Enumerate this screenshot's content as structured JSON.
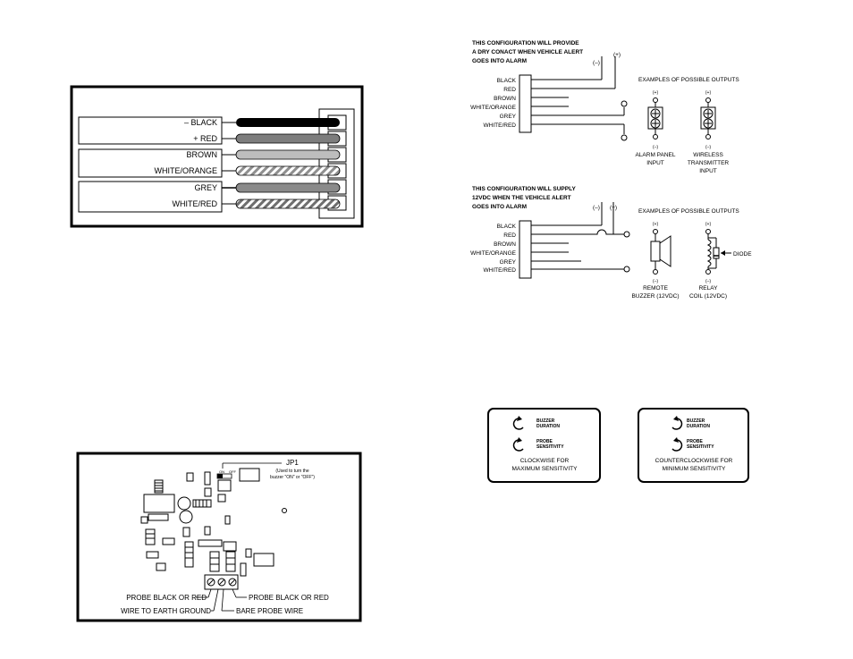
{
  "wire_panel": {
    "labels": [
      "– BLACK",
      "+ RED",
      "BROWN",
      "WHITE/ORANGE",
      "GREY",
      "WHITE/RED"
    ]
  },
  "config_dry": {
    "heading": [
      "THIS CONFIGURATION WILL PROVIDE",
      "A DRY CONACT WHEN VEHICLE ALERT",
      "GOES INTO ALARM"
    ],
    "neg": "(–)",
    "pos": "(+)",
    "wires": [
      "BLACK",
      "RED",
      "BROWN",
      "WHITE/ORANGE",
      "GREY",
      "WHITE/RED"
    ],
    "examples_title": "EXAMPLES OF POSSIBLE OUTPUTS",
    "out1_label": [
      "ALARM PANEL",
      "INPUT"
    ],
    "out2_label": [
      "WIRELESS",
      "TRANSMITTER",
      "INPUT"
    ]
  },
  "config_12v": {
    "heading": [
      "THIS CONFIGURATION WILL SUPPLY",
      "12VDC WHEN THE VEHICLE ALERT",
      "GOES INTO ALARM"
    ],
    "neg": "(–)",
    "pos": "(+)",
    "wires": [
      "BLACK",
      "RED",
      "BROWN",
      "WHITE/ORANGE",
      "GREY",
      "WHITE/RED"
    ],
    "examples_title": "EXAMPLES OF POSSIBLE OUTPUTS",
    "out1_label": [
      "REMOTE",
      "BUZZER (12VDC)"
    ],
    "out2_label": [
      "RELAY",
      "COIL (12VDC)"
    ],
    "diode": "DIODE"
  },
  "board": {
    "jp1": "JP1",
    "jp1_note": [
      "(Used to turn the",
      "buzzer \"ON\" or \"OFF\")"
    ],
    "jp1_on": "ON",
    "jp1_off": "OFF",
    "probe_left": "PROBE BLACK OR RED",
    "probe_right": "PROBE BLACK OR RED",
    "earth": "WIRE TO EARTH GROUND",
    "bare": "BARE PROBE WIRE"
  },
  "knobs": {
    "buzzer": [
      "BUZZER",
      "DURATION"
    ],
    "probe": [
      "PROBE",
      "SENSITIVITY"
    ],
    "clockwise": [
      "CLOCKWISE FOR",
      "MAXIMUM SENSITIVITY"
    ],
    "counter": [
      "COUNTERCLOCKWISE FOR",
      "MINIMUM SENSITIVITY"
    ]
  }
}
